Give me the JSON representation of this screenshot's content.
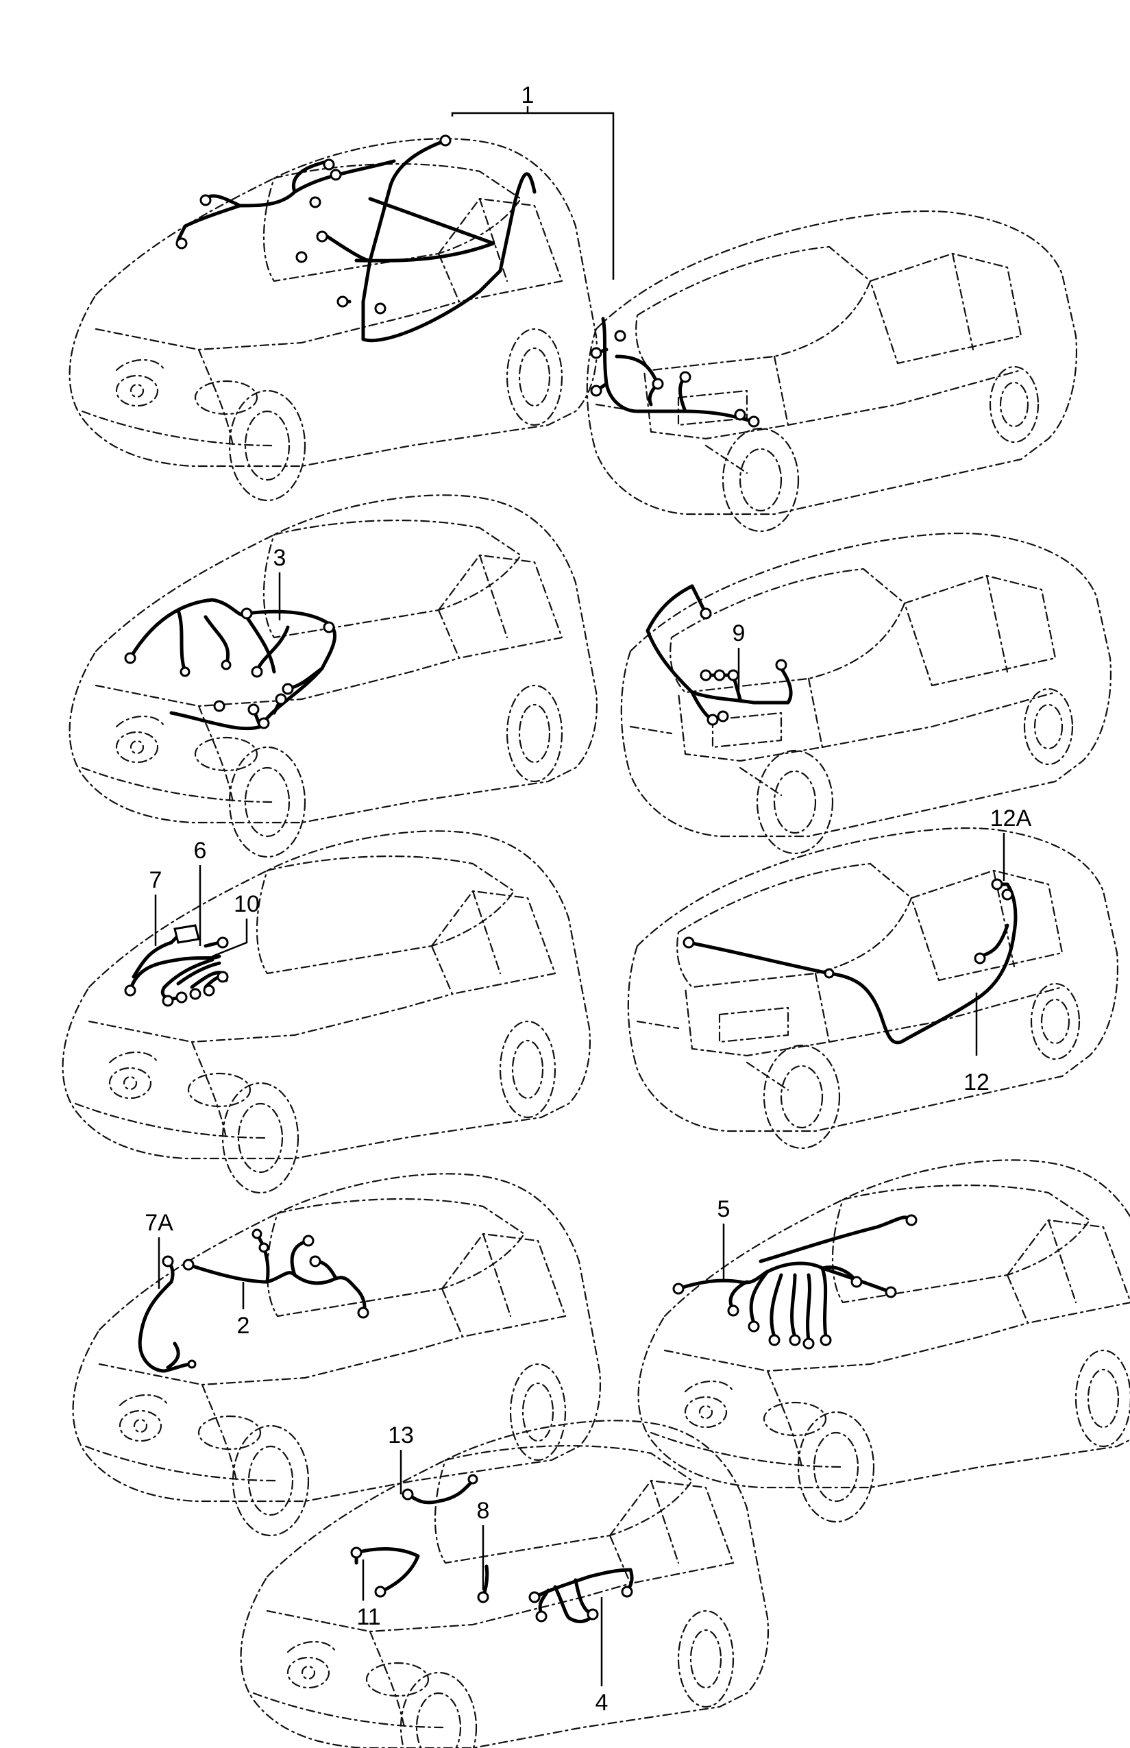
{
  "callouts": {
    "c1": "1",
    "c2": "2",
    "c3": "3",
    "c4": "4",
    "c5": "5",
    "c6": "6",
    "c7": "7",
    "c7a": "7A",
    "c8": "8",
    "c9": "9",
    "c10": "10",
    "c11": "11",
    "c12": "12",
    "c12a": "12A",
    "c13": "13"
  },
  "colors": {
    "outline": "#111111",
    "harness": "#000000",
    "background": "#ffffff"
  }
}
